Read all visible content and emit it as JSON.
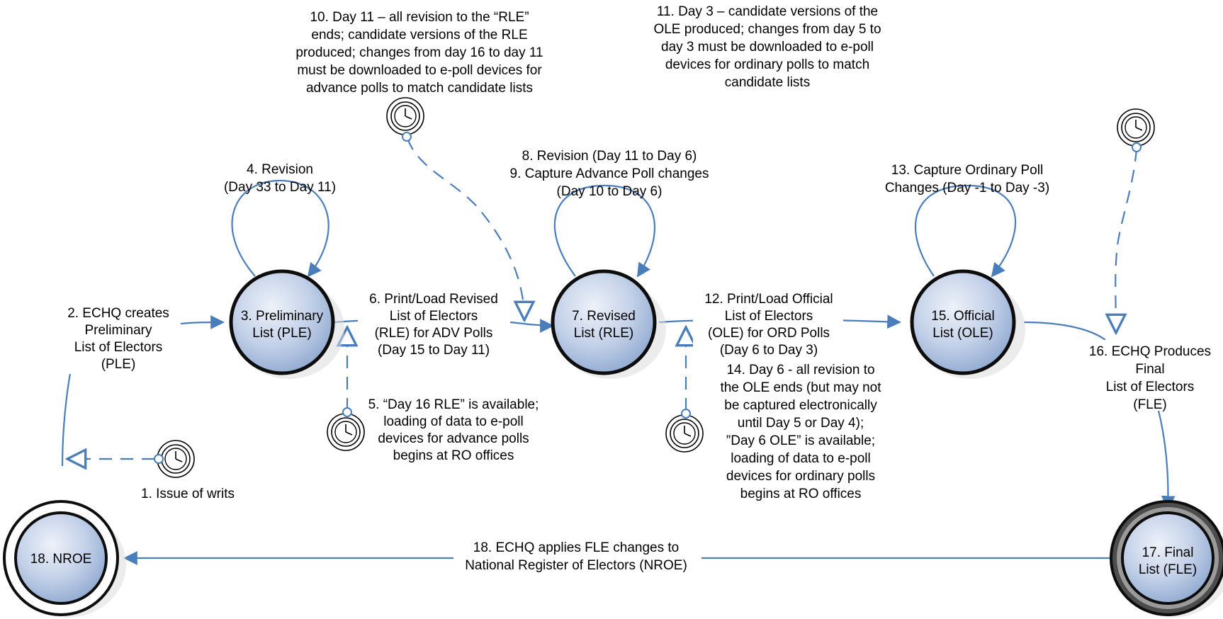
{
  "diagram": {
    "nodes": {
      "ple": [
        "3. Preliminary",
        "List (PLE)"
      ],
      "rle": [
        "7. Revised",
        "List (RLE)"
      ],
      "ole": [
        "15. Official",
        "List (OLE)"
      ],
      "fle": [
        "17. Final",
        "List  (FLE)"
      ],
      "nroe": [
        "18. NROE"
      ]
    },
    "labels": {
      "l1": [
        "1. Issue of writs"
      ],
      "l2": [
        "2. ECHQ creates",
        "Preliminary",
        "List of Electors",
        "(PLE)"
      ],
      "l4": [
        "4. Revision",
        "(Day 33 to Day 11)"
      ],
      "l5": [
        "5. “Day 16 RLE” is available;",
        "loading of data to e-poll",
        "devices for advance polls",
        "begins at RO offices"
      ],
      "l6": [
        "6. Print/Load Revised",
        "List of Electors",
        "(RLE) for ADV Polls",
        "(Day 15 to Day 11)"
      ],
      "l8_9": [
        "8. Revision (Day 11 to Day 6)",
        "9. Capture Advance Poll changes",
        "(Day 10 to Day 6)"
      ],
      "l10": [
        "10. Day 11 – all revision to the “RLE”",
        "ends; candidate versions of the RLE",
        "produced; changes from day 16 to day 11",
        "must be downloaded to e-poll devices for",
        "advance polls to match candidate lists"
      ],
      "l11": [
        "11. Day 3 – candidate versions of the",
        "OLE produced; changes from day 5 to",
        "day 3 must be downloaded to e-poll",
        "devices for ordinary polls to match",
        "candidate lists"
      ],
      "l12": [
        "12. Print/Load Official",
        "List of Electors",
        "(OLE) for ORD Polls",
        "(Day 6 to Day 3)"
      ],
      "l13": [
        "13. Capture Ordinary Poll",
        "Changes (Day -1 to Day -3)"
      ],
      "l14": [
        "14. Day 6 - all revision to",
        "the OLE ends (but may not",
        "be captured electronically",
        "until Day 5 or Day 4);",
        "”Day 6 OLE” is available;",
        "loading of data to e-poll",
        "devices for ordinary polls",
        "begins at RO offices"
      ],
      "l16": [
        "16. ECHQ Produces",
        "Final",
        "List of Electors",
        "(FLE)"
      ],
      "l18": [
        "18. ECHQ applies FLE changes to",
        "National Register of Electors (NROE)"
      ]
    },
    "colors": {
      "edge": "#4a7ebb",
      "node_fill_top": "#dfe7f3",
      "node_fill_bottom": "#95add4",
      "node_stroke": "#0d0d0d",
      "shadow": "#d9d9d9"
    },
    "icons": [
      "clock-icon"
    ]
  }
}
